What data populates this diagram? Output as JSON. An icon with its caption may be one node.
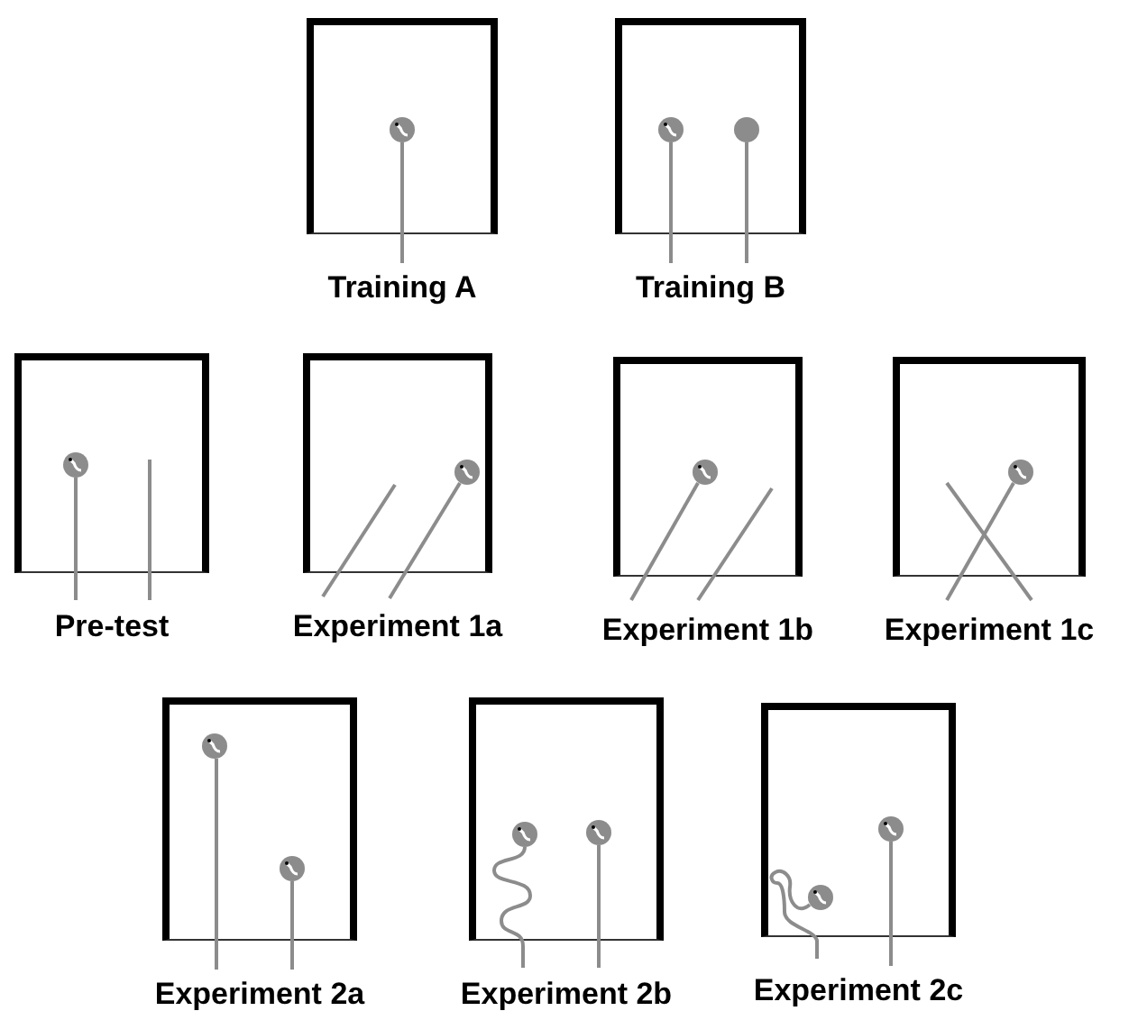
{
  "diagram": {
    "nodes": [
      {
        "text": [
          "Training A"
        ]
      },
      {
        "text": [
          "Training B"
        ]
      },
      {
        "text": [
          "Pre-test"
        ]
      },
      {
        "text": [
          "Experiment 1a"
        ]
      },
      {
        "text": [
          "Experiment 1b"
        ]
      },
      {
        "text": [
          "Experiment 1c"
        ]
      },
      {
        "text": [
          "Experiment 2a"
        ]
      },
      {
        "text": [
          "Experiment 2b"
        ]
      },
      {
        "text": [
          "Experiment 2c"
        ]
      }
    ]
  }
}
